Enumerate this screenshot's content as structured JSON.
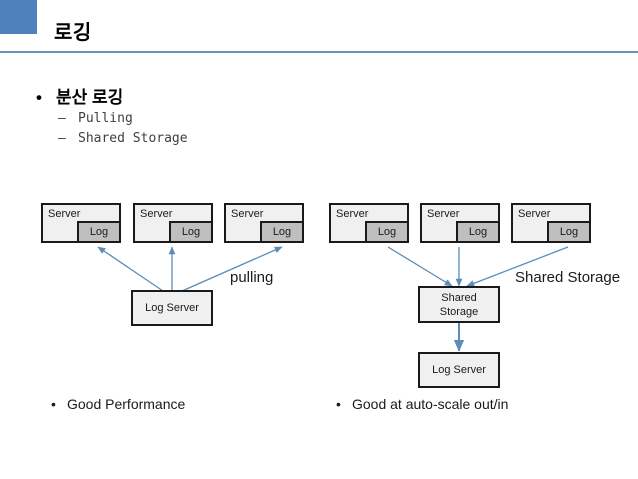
{
  "slide": {
    "title": "로깅",
    "accent_color": "#4f81bd",
    "rule_color": "#6d93bd",
    "background": "#ffffff"
  },
  "bullets": {
    "level1": {
      "marker": "•",
      "text": "분산 로깅"
    },
    "level2": [
      {
        "marker": "–",
        "text": "Pulling"
      },
      {
        "marker": "–",
        "text": "Shared Storage"
      }
    ]
  },
  "diagrams": {
    "arrow_color": "#5b8db8",
    "box_border_color": "#1a1a1a",
    "box_fill": "#f0f0f0",
    "log_fill": "#bfbfbf",
    "left": {
      "name": "pulling-diagram",
      "servers": [
        {
          "title": "Server",
          "log": "Log"
        },
        {
          "title": "Server",
          "log": "Log"
        },
        {
          "title": "Server",
          "log": "Log"
        }
      ],
      "collector": "Log Server",
      "side_label": "pulling",
      "caption": {
        "marker": "•",
        "text": "Good Performance"
      }
    },
    "right": {
      "name": "shared-storage-diagram",
      "servers": [
        {
          "title": "Server",
          "log": "Log"
        },
        {
          "title": "Server",
          "log": "Log"
        },
        {
          "title": "Server",
          "log": "Log"
        }
      ],
      "storage": "Shared\nStorage",
      "storage_line1": "Shared",
      "storage_line2": "Storage",
      "collector": "Log Server",
      "side_label": "Shared Storage",
      "caption": {
        "marker": "•",
        "text": "Good at auto-scale out/in"
      }
    }
  }
}
